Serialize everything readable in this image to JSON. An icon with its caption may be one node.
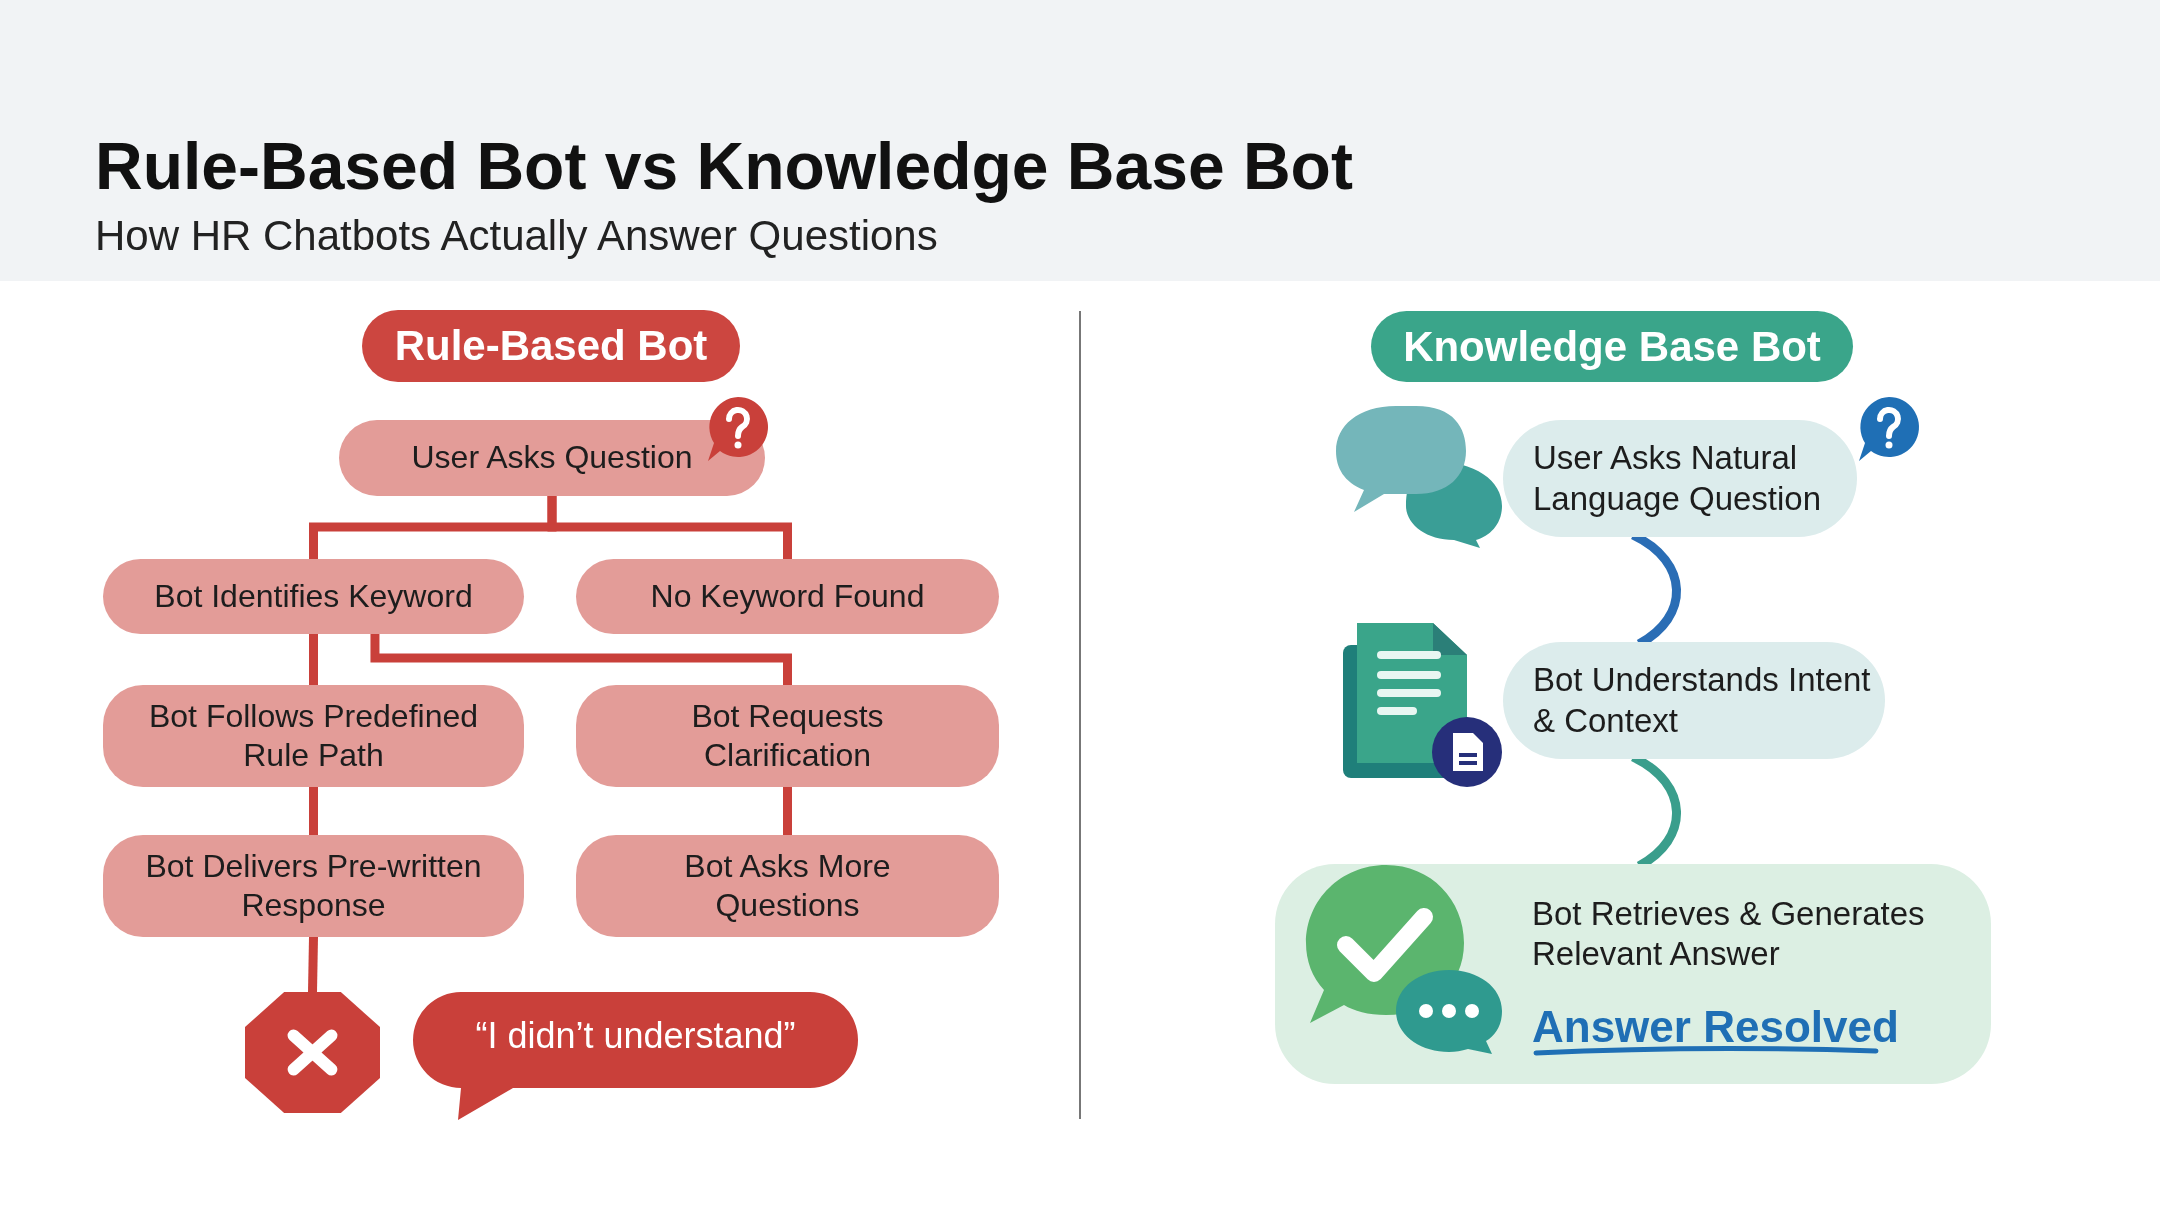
{
  "diagram": {
    "title": "Rule-Based Bot vs Knowledge Base Bot",
    "nodes": [
      {
        "text": [
          "Rule-Based Bot"
        ]
      },
      {
        "text": [
          "User Asks Question"
        ]
      },
      {
        "text": [
          "Bot Identifies Keyword"
        ]
      },
      {
        "text": [
          "No Keyword Found"
        ]
      },
      {
        "text": [
          "Bot Follows Predefined Rule Path"
        ]
      },
      {
        "text": [
          "Bot Requests Clarification"
        ]
      },
      {
        "text": [
          "Bot Delivers Pre-written Response"
        ]
      },
      {
        "text": [
          "Bot Asks More Questions"
        ]
      },
      {
        "text": [],
        "shape": "octagon"
      },
      {
        "text": [
          "“I didn’t understand”"
        ]
      },
      {
        "text": [
          "Knowledge Base Bot"
        ]
      },
      {
        "text": [
          "User Asks Natural Language Question"
        ]
      },
      {
        "text": [
          "Bot Understands Intent & Context"
        ]
      },
      {
        "text": [
          "Bot Retrieves & Generates Relevant Answer",
          "Answer Resolved"
        ]
      }
    ],
    "edges": [
      {
        "from": 1,
        "to": 2,
        "arrow": "none"
      },
      {
        "from": 1,
        "to": 3,
        "arrow": "none"
      },
      {
        "from": 2,
        "to": 4,
        "arrow": "none"
      },
      {
        "from": 2,
        "to": 5,
        "arrow": "none"
      },
      {
        "from": 4,
        "to": 6,
        "arrow": "none"
      },
      {
        "from": 5,
        "to": 7,
        "arrow": "none"
      },
      {
        "from": 6,
        "to": 8,
        "arrow": "none"
      },
      {
        "from": 11,
        "to": 12,
        "arrow": "none",
        "color": "#2a6db5"
      },
      {
        "from": 12,
        "to": 13,
        "arrow": "none",
        "color": "#3a9e8c"
      }
    ],
    "labels": [
      "How HR Chatbots Actually Answer Questions"
    ]
  }
}
